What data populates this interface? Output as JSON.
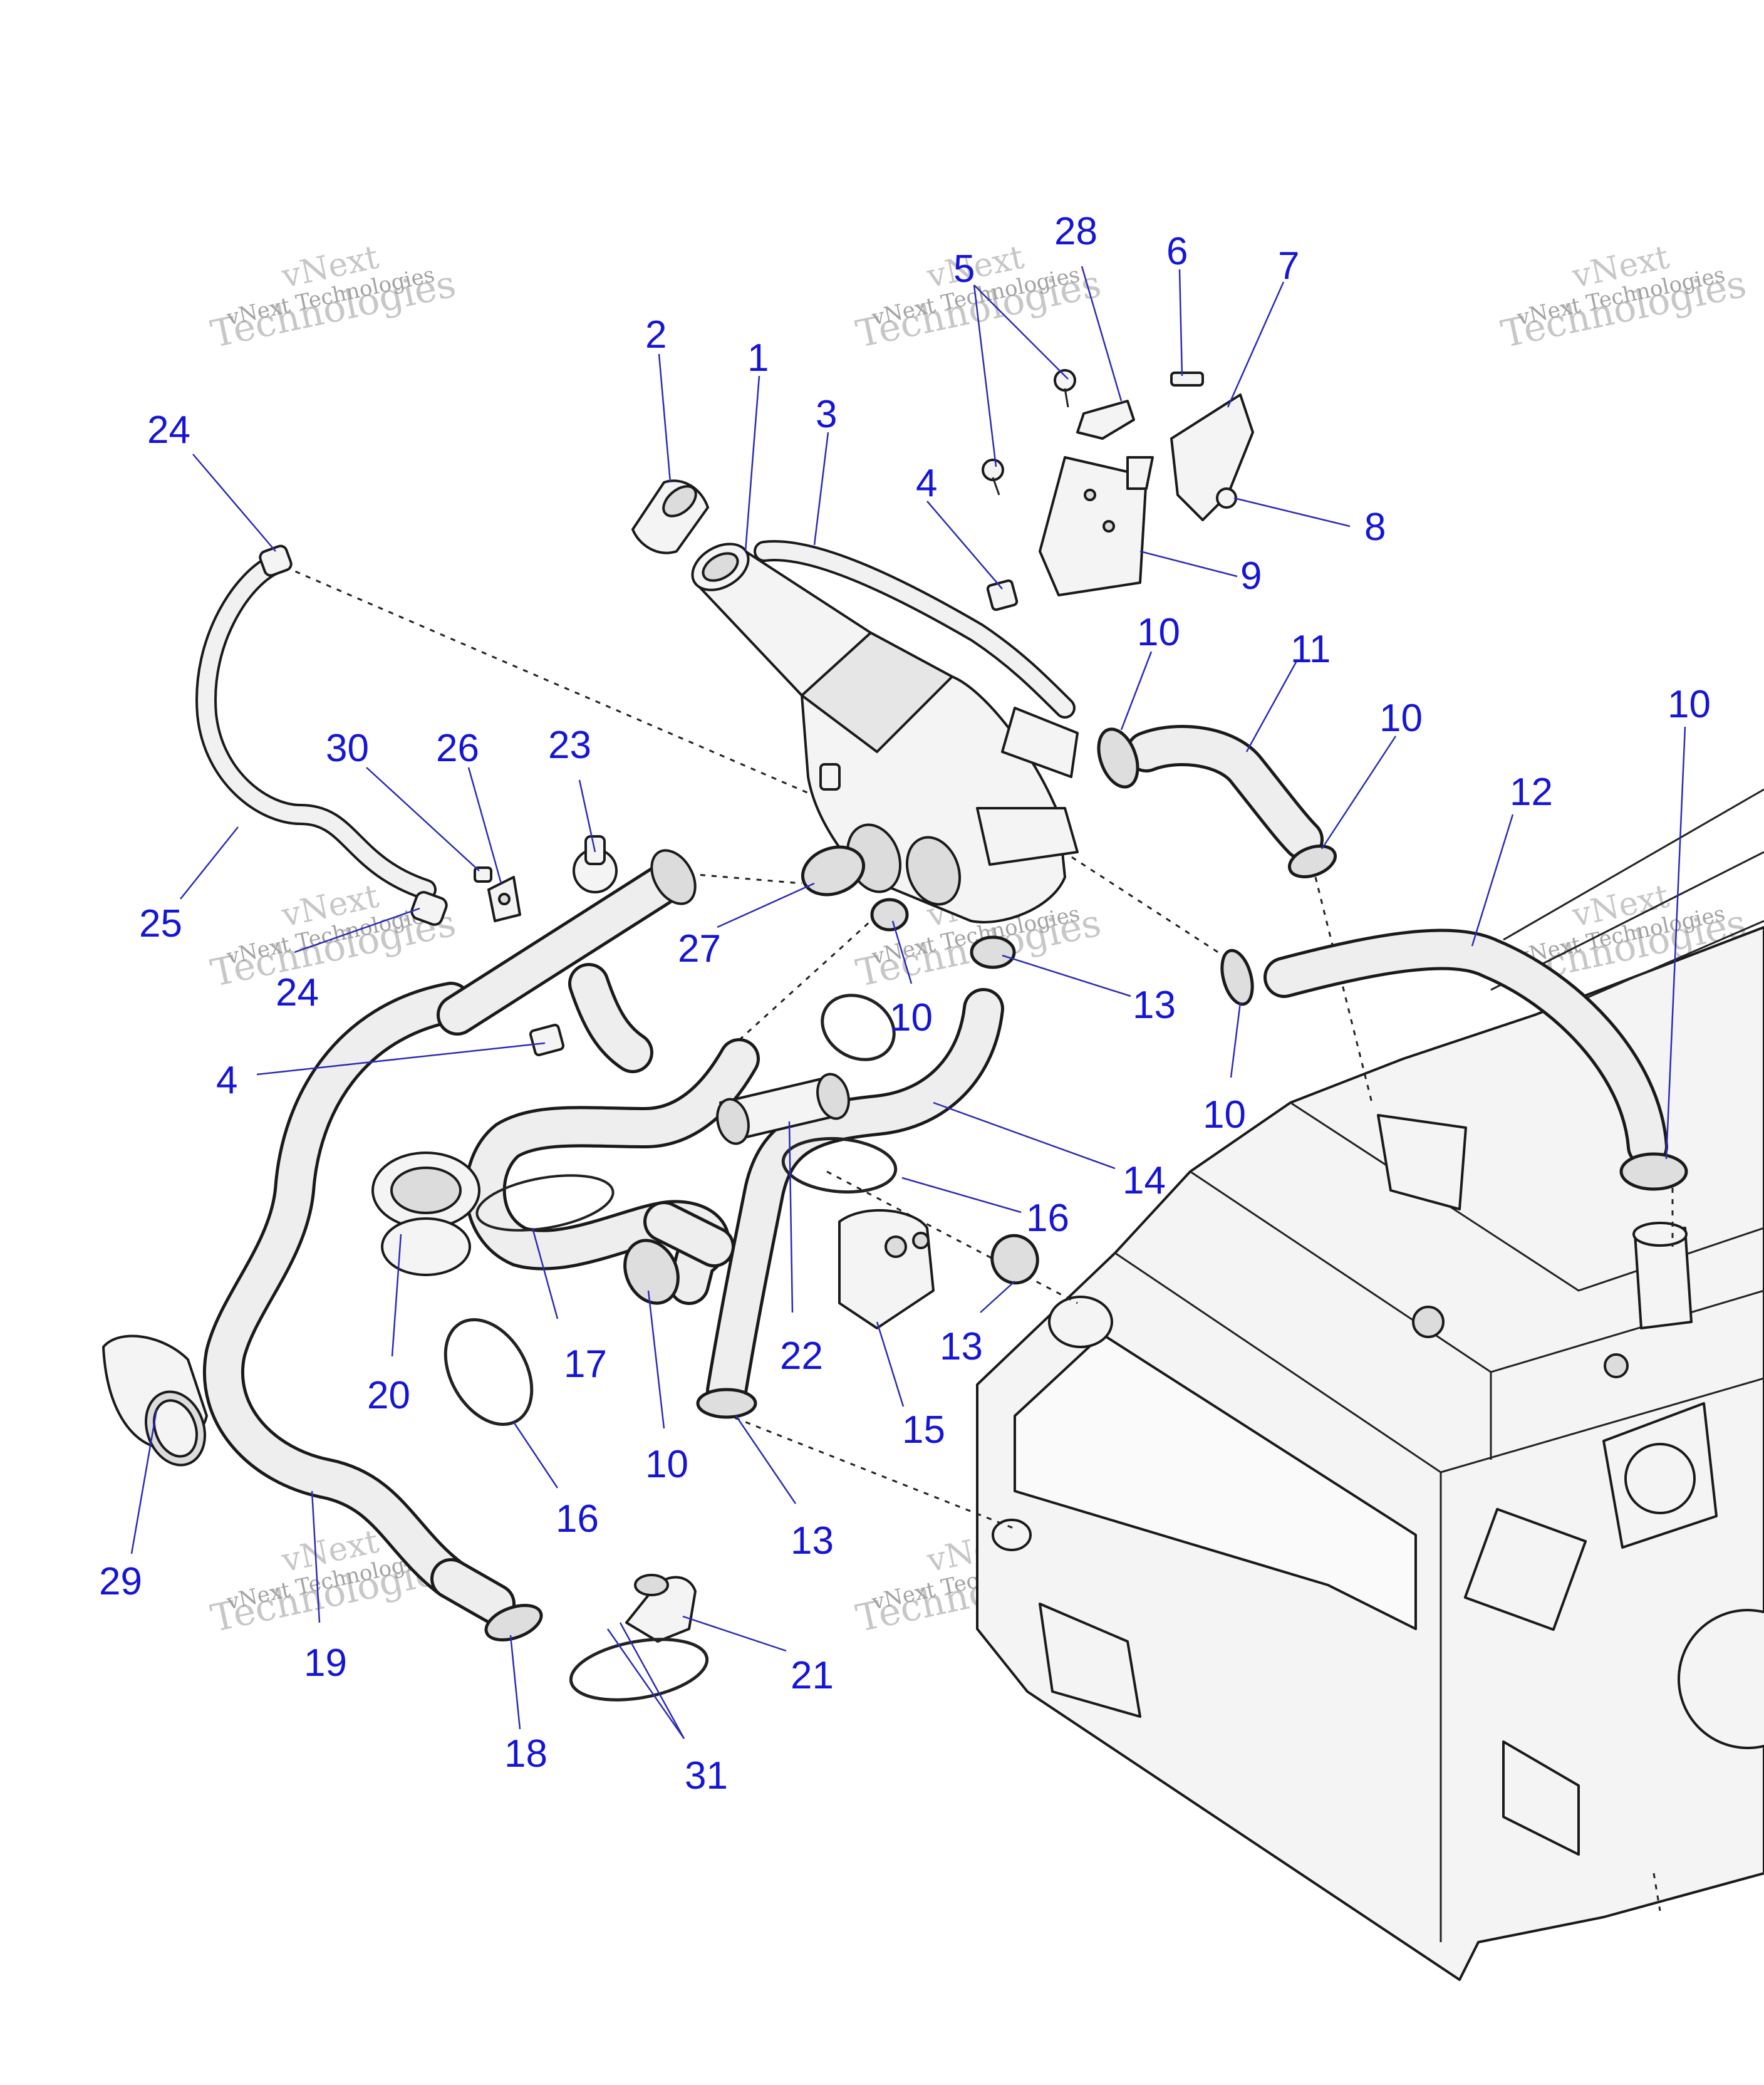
{
  "watermark": {
    "line1": "vNext",
    "line2": "Technologies",
    "line3": "vNext Technologies"
  },
  "callouts": [
    {
      "id": "c1",
      "label": "1"
    },
    {
      "id": "c2",
      "label": "2"
    },
    {
      "id": "c3",
      "label": "3"
    },
    {
      "id": "c4a",
      "label": "4"
    },
    {
      "id": "c4b",
      "label": "4"
    },
    {
      "id": "c5",
      "label": "5"
    },
    {
      "id": "c6",
      "label": "6"
    },
    {
      "id": "c7",
      "label": "7"
    },
    {
      "id": "c8",
      "label": "8"
    },
    {
      "id": "c9",
      "label": "9"
    },
    {
      "id": "c10a",
      "label": "10"
    },
    {
      "id": "c10b",
      "label": "10"
    },
    {
      "id": "c10c",
      "label": "10"
    },
    {
      "id": "c10d",
      "label": "10"
    },
    {
      "id": "c10e",
      "label": "10"
    },
    {
      "id": "c10f",
      "label": "10"
    },
    {
      "id": "c11",
      "label": "11"
    },
    {
      "id": "c12",
      "label": "12"
    },
    {
      "id": "c13a",
      "label": "13"
    },
    {
      "id": "c13b",
      "label": "13"
    },
    {
      "id": "c13c",
      "label": "13"
    },
    {
      "id": "c14",
      "label": "14"
    },
    {
      "id": "c15",
      "label": "15"
    },
    {
      "id": "c16a",
      "label": "16"
    },
    {
      "id": "c16b",
      "label": "16"
    },
    {
      "id": "c17",
      "label": "17"
    },
    {
      "id": "c18",
      "label": "18"
    },
    {
      "id": "c19",
      "label": "19"
    },
    {
      "id": "c20",
      "label": "20"
    },
    {
      "id": "c21",
      "label": "21"
    },
    {
      "id": "c22",
      "label": "22"
    },
    {
      "id": "c23",
      "label": "23"
    },
    {
      "id": "c24a",
      "label": "24"
    },
    {
      "id": "c24b",
      "label": "24"
    },
    {
      "id": "c25",
      "label": "25"
    },
    {
      "id": "c26",
      "label": "26"
    },
    {
      "id": "c27",
      "label": "27"
    },
    {
      "id": "c28",
      "label": "28"
    },
    {
      "id": "c29",
      "label": "29"
    },
    {
      "id": "c30",
      "label": "30"
    },
    {
      "id": "c31",
      "label": "31"
    }
  ],
  "colors": {
    "callout": "#1515d8",
    "leader": "#2b2bb8",
    "part_fill": "#f4f4f4",
    "part_shade": "#dcdcdc",
    "outline": "#1a1a1a",
    "watermark": "#9a9a9a"
  }
}
